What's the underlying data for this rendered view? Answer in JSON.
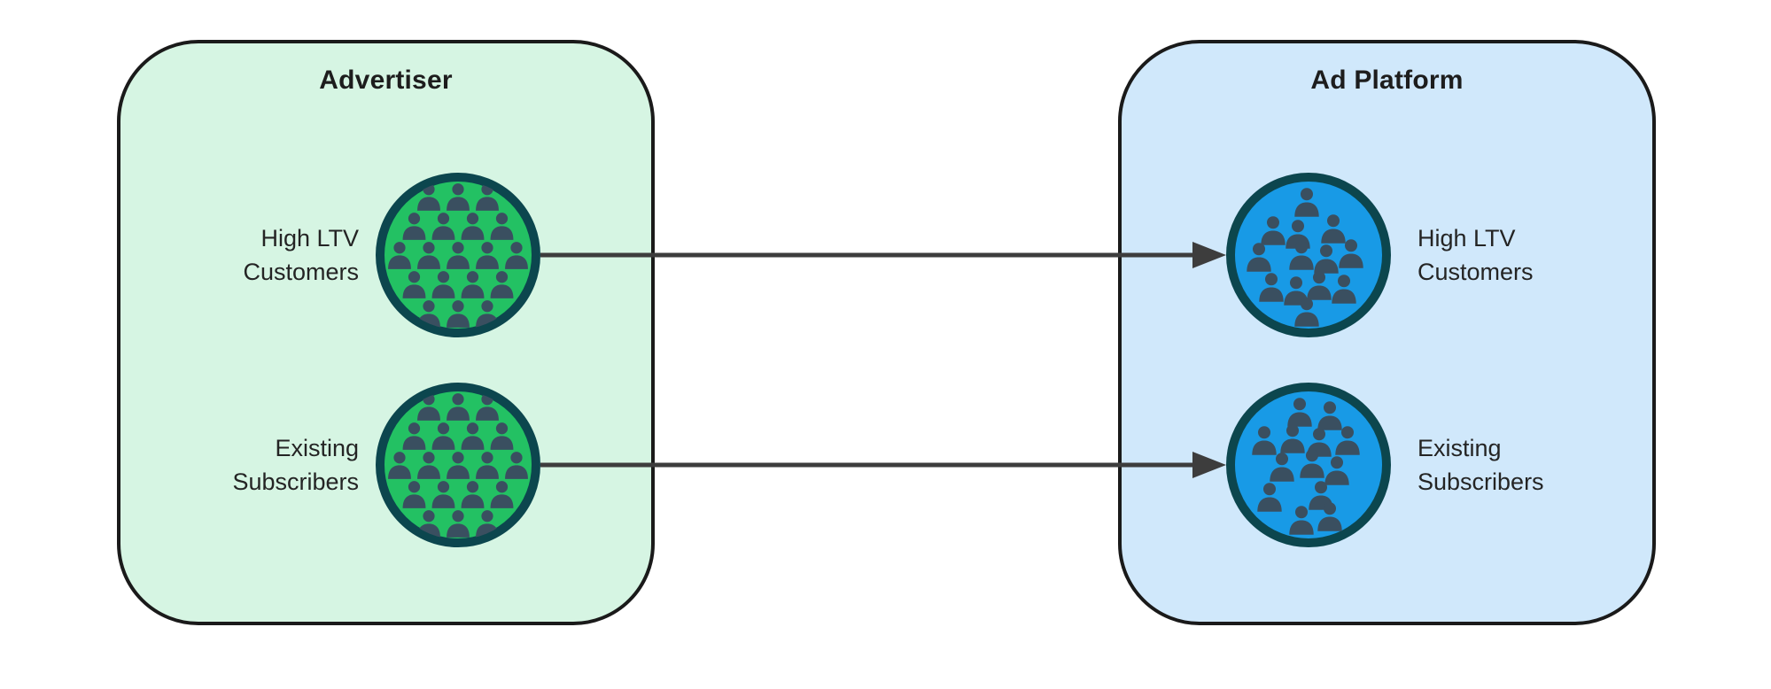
{
  "colors": {
    "background": "#ffffff",
    "panel_border": "#1a1a1a",
    "advertiser_fill": "#d6f5e3",
    "ad_platform_fill": "#d0e8fb",
    "advertiser_circle_fill": "#23c163",
    "ad_platform_circle_fill": "#189ae6",
    "circle_ring": "#0c464e",
    "person": "#3a4f60",
    "arrow": "#3d3d3d",
    "title_text": "#1d1d1d",
    "label_text": "#242424"
  },
  "panels": [
    {
      "id": "advertiser",
      "title": "Advertiser",
      "groups": [
        {
          "id": "advertiser-high-ltv-customers",
          "label_lines": [
            "High LTV",
            "Customers"
          ],
          "label_side": "left",
          "icon": "crowd-icon",
          "circle_color": "#23c163",
          "crowd_pattern": "dense"
        },
        {
          "id": "advertiser-existing-subscribers",
          "label_lines": [
            "Existing",
            "Subscribers"
          ],
          "label_side": "left",
          "icon": "crowd-icon",
          "circle_color": "#23c163",
          "crowd_pattern": "dense"
        }
      ]
    },
    {
      "id": "ad-platform",
      "title": "Ad Platform",
      "groups": [
        {
          "id": "ad-platform-high-ltv-customers",
          "label_lines": [
            "High LTV",
            "Customers"
          ],
          "label_side": "right",
          "icon": "crowd-icon",
          "circle_color": "#189ae6",
          "crowd_pattern": "scattered_a"
        },
        {
          "id": "ad-platform-existing-subscribers",
          "label_lines": [
            "Existing",
            "Subscribers"
          ],
          "label_side": "right",
          "icon": "crowd-icon",
          "circle_color": "#189ae6",
          "crowd_pattern": "scattered_b"
        }
      ]
    }
  ],
  "arrows": [
    {
      "id": "high-ltv-flow",
      "from": "Advertiser / High LTV Customers",
      "to": "Ad Platform / High LTV Customers"
    },
    {
      "id": "existing-subscribers-flow",
      "from": "Advertiser / Existing Subscribers",
      "to": "Ad Platform / Existing Subscribers"
    }
  ]
}
